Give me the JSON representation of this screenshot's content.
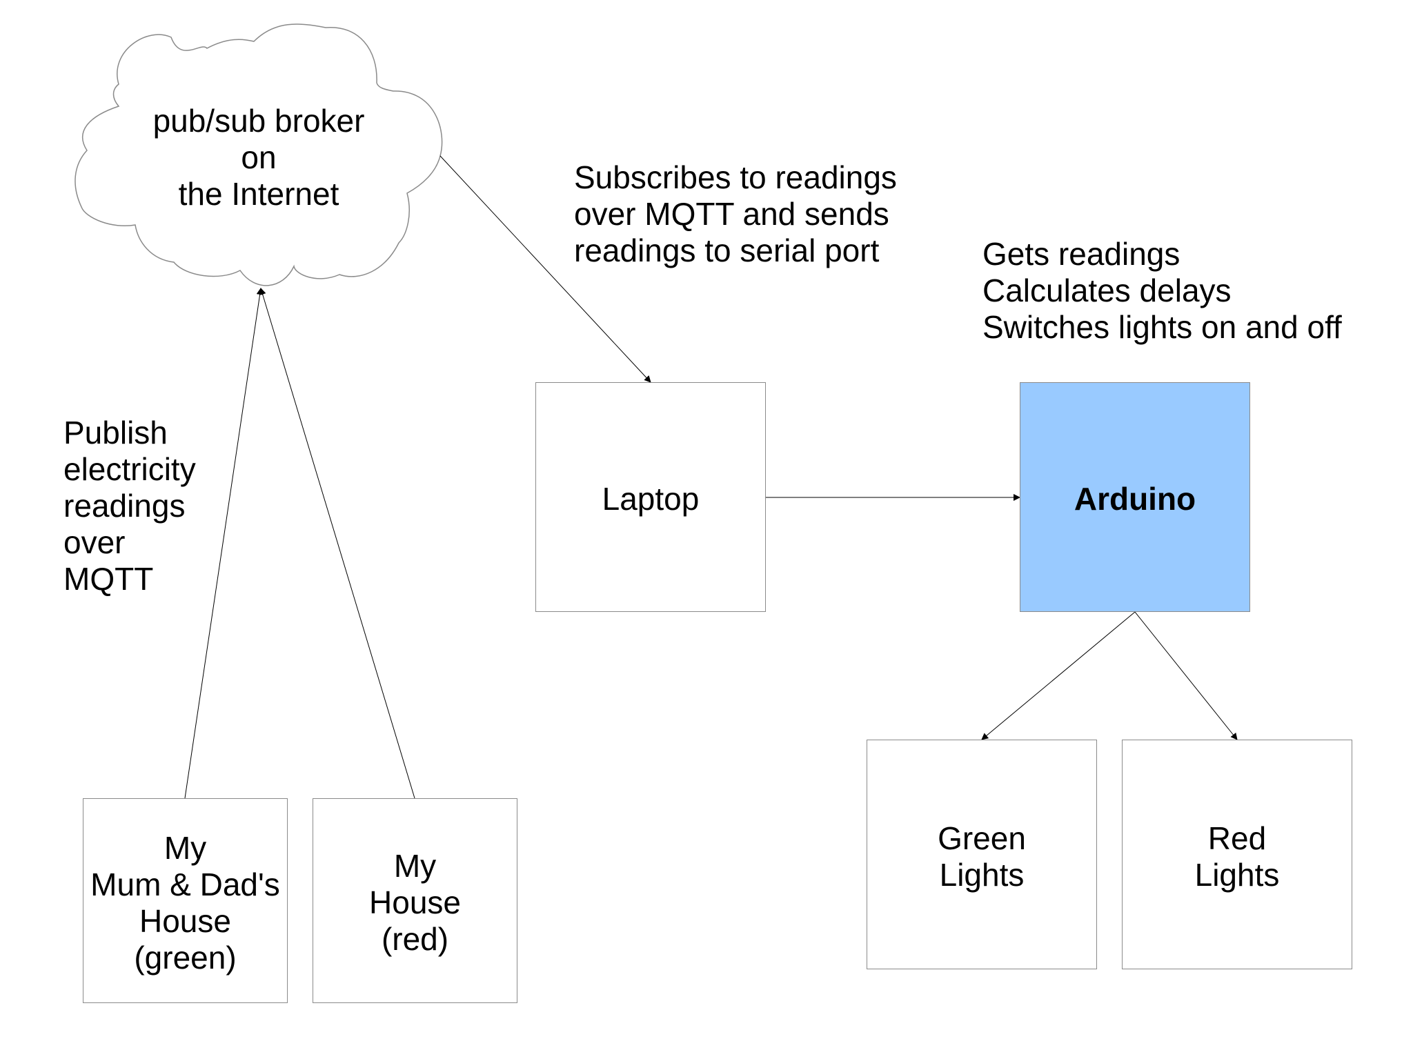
{
  "cloud": {
    "label": "pub/sub broker\non\nthe Internet"
  },
  "nodes": {
    "laptop": "Laptop",
    "arduino": "Arduino",
    "green_lights": "Green\nLights",
    "red_lights": "Red\nLights",
    "mum_dad_house": "My\nMum & Dad's\nHouse\n(green)",
    "my_house": "My\nHouse\n(red)"
  },
  "annotations": {
    "laptop_note": "Subscribes to readings\nover MQTT and sends\nreadings to serial port",
    "arduino_note": "Gets readings\nCalculates delays\nSwitches lights on and off",
    "publish_note": "Publish\nelectricity\nreadings\nover\nMQTT"
  },
  "colors": {
    "arduino_fill": "#99caff",
    "box_border": "#8a8a8a",
    "arrow": "#000000"
  }
}
